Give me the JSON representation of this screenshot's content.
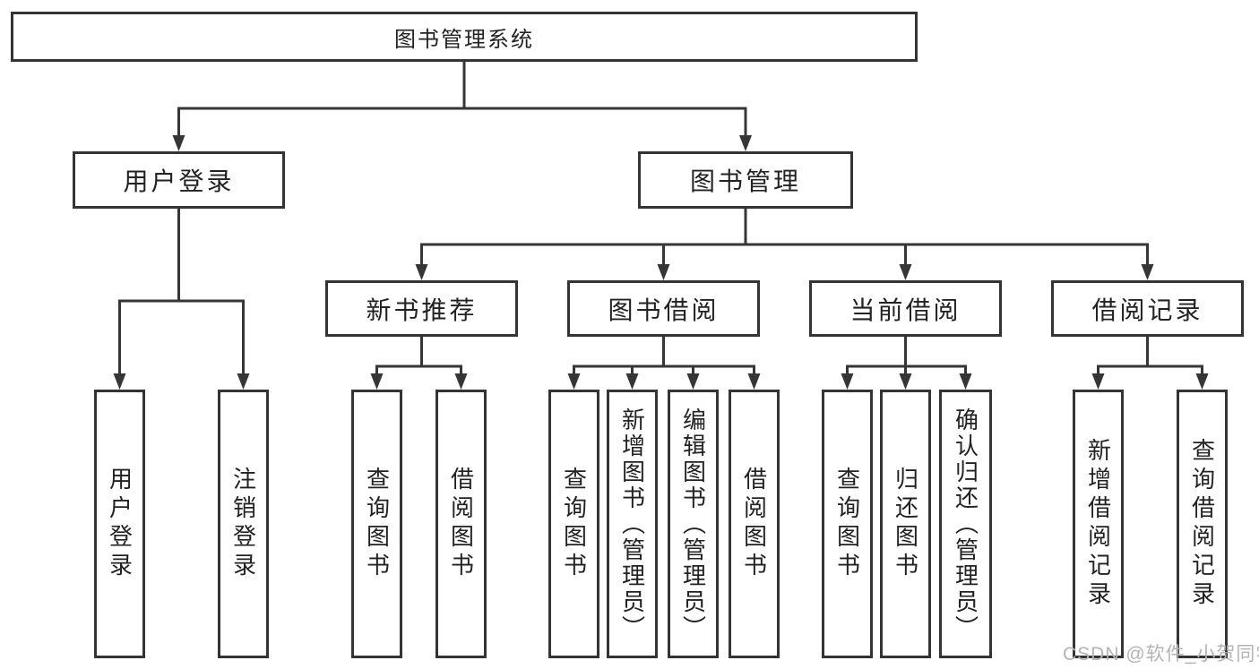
{
  "nodes": {
    "root": {
      "label": "图书管理系统"
    },
    "user_login": {
      "label": "用户登录"
    },
    "book_management": {
      "label": "图书管理"
    },
    "new_book_recommendation": {
      "label": "新书推荐"
    },
    "book_borrowing": {
      "label": "图书借阅"
    },
    "current_borrowing": {
      "label": "当前借阅"
    },
    "borrowing_records": {
      "label": "借阅记录"
    },
    "leaf_user_login": {
      "label": "用户登录"
    },
    "leaf_logout": {
      "label": "注销登录"
    },
    "leaf_newbook_query_books": {
      "label": "查询图书"
    },
    "leaf_newbook_borrow_books": {
      "label": "借阅图书"
    },
    "leaf_borrowing_query_books": {
      "label": "查询图书"
    },
    "leaf_borrowing_add_books_admin": {
      "label": "新增图书（管理员）"
    },
    "leaf_borrowing_edit_books_admin": {
      "label": "编辑图书（管理员）"
    },
    "leaf_borrowing_borrow_books": {
      "label": "借阅图书"
    },
    "leaf_current_query_books": {
      "label": "查询图书"
    },
    "leaf_current_return_books": {
      "label": "归还图书"
    },
    "leaf_current_confirm_return_admin": {
      "label": "确认归还（管理员）"
    },
    "leaf_records_add_record": {
      "label": "新增借阅记录"
    },
    "leaf_records_query_record": {
      "label": "查询借阅记录"
    }
  },
  "watermark": {
    "text": "CSDN @软件_小贺同学"
  },
  "colors": {
    "line": "#363636",
    "border": "#343434",
    "text": "#222222",
    "watermark": "#b4b4b4",
    "background": "#ffffff"
  }
}
